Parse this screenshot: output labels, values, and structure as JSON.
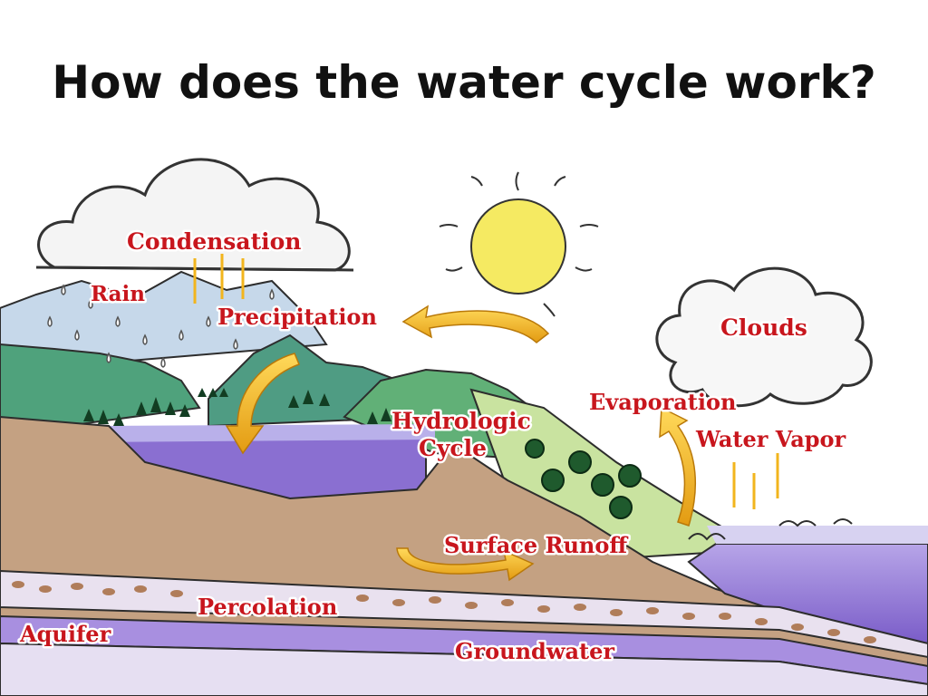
{
  "title": "How does the water cycle work?",
  "labels": {
    "condensation": "Condensation",
    "rain": "Rain",
    "precipitation": "Precipitation",
    "clouds": "Clouds",
    "evaporation": "Evaporation",
    "water_vapor": "Water Vapor",
    "hydrologic": "Hydrologic",
    "cycle": "Cycle",
    "surface_runoff": "Surface Runoff",
    "percolation": "Percolation",
    "aquifer": "Aquifer",
    "groundwater": "Groundwater"
  },
  "colors": {
    "label_red": "#c8161d",
    "arrow_yellow": "#f2b51d",
    "water_purple": "#8a6fd1",
    "soil_brown": "#c4a182",
    "sun_yellow": "#f5ea62",
    "hill_green": "#5fa877"
  }
}
